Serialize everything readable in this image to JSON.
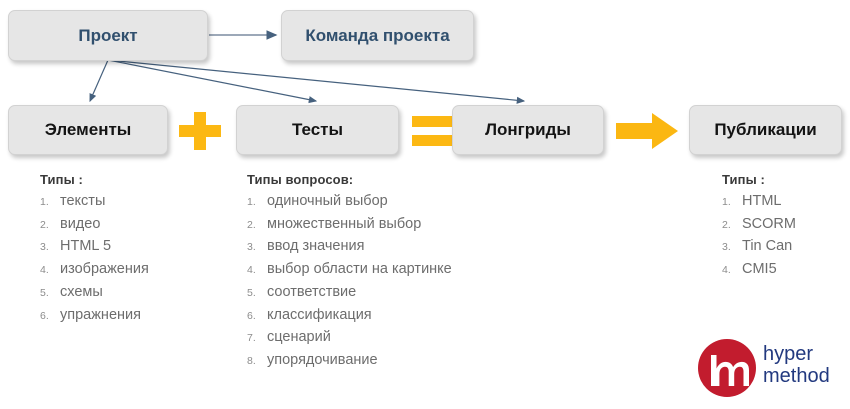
{
  "colors": {
    "box_fill": "#e6e6e6",
    "box_border": "#d2d2d2",
    "top_text": "#31506e",
    "row2_text": "#141414",
    "accent_amber": "#FCB813",
    "arrow_amber": "#FBB712",
    "connector": "#4a6versions",
    "connector_line": "#46617e",
    "list_text": "#6d6d6d",
    "list_number": "#8c8c8c",
    "head_text": "#3a3a3a",
    "logo_circle": "#c21c2e",
    "logo_word": "#22397f"
  },
  "flow": {
    "project": "Проект",
    "team": "Команда проекта",
    "elements": "Элементы",
    "tests": "Тесты",
    "longrids": "Лонгриды",
    "publications": "Публикации"
  },
  "operators": {
    "plus": "plus-sign",
    "equals": "equals-sign",
    "arrow": "arrow-right"
  },
  "columns": {
    "elements": {
      "heading": "Типы :",
      "items": [
        "тексты",
        "видео",
        "HTML 5",
        "изображения",
        "схемы",
        "упражнения"
      ]
    },
    "tests": {
      "heading": "Типы вопросов:",
      "items": [
        "одиночный выбор",
        "множественный выбор",
        "ввод значения",
        "выбор области на картинке",
        "соответствие",
        "классификация",
        "сценарий",
        "упорядочивание"
      ]
    },
    "publications": {
      "heading": "Типы :",
      "items": [
        "HTML",
        "SCORM",
        "Tin Can",
        "CMI5"
      ]
    }
  },
  "logo": {
    "mark": "hm-monogram-icon",
    "line1": "hyper",
    "line2": "method"
  }
}
